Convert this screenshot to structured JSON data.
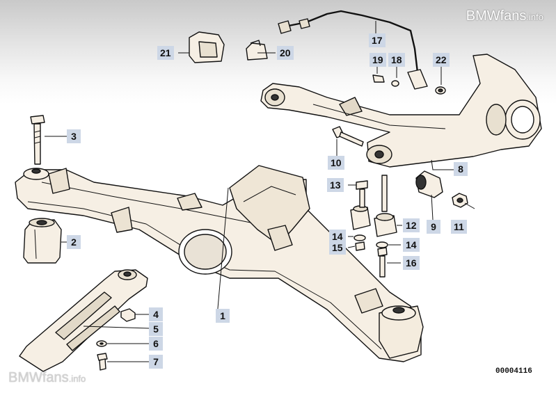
{
  "watermark": {
    "brand": "BMWfans",
    "suffix": ".info"
  },
  "drawing_number": "00004116",
  "parts": [
    {
      "id": "p1",
      "label": "1"
    },
    {
      "id": "p2",
      "label": "2"
    },
    {
      "id": "p3",
      "label": "3"
    },
    {
      "id": "p4",
      "label": "4"
    },
    {
      "id": "p5",
      "label": "5"
    },
    {
      "id": "p6",
      "label": "6"
    },
    {
      "id": "p7",
      "label": "7"
    },
    {
      "id": "p8",
      "label": "8"
    },
    {
      "id": "p9",
      "label": "9"
    },
    {
      "id": "p10",
      "label": "10"
    },
    {
      "id": "p11",
      "label": "11"
    },
    {
      "id": "p12",
      "label": "12"
    },
    {
      "id": "p13",
      "label": "13"
    },
    {
      "id": "p14a",
      "label": "14"
    },
    {
      "id": "p14b",
      "label": "14"
    },
    {
      "id": "p15",
      "label": "15"
    },
    {
      "id": "p16",
      "label": "16"
    },
    {
      "id": "p17",
      "label": "17"
    },
    {
      "id": "p18",
      "label": "18"
    },
    {
      "id": "p19",
      "label": "19"
    },
    {
      "id": "p20",
      "label": "20"
    },
    {
      "id": "p21",
      "label": "21"
    },
    {
      "id": "p22",
      "label": "22"
    }
  ],
  "colors": {
    "metal": "#f6efe4",
    "shade": "#cfc7b8",
    "ink": "#111111",
    "callout": "#cdd7e6"
  }
}
